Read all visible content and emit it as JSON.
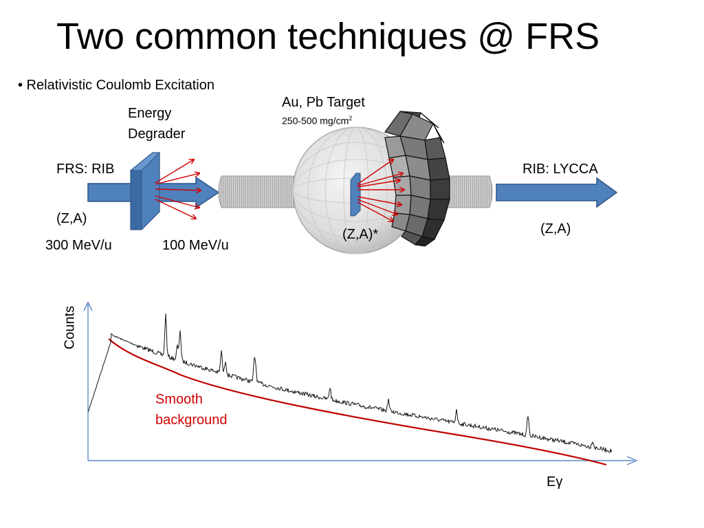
{
  "slide": {
    "title": "Two common techniques @ FRS",
    "bullet": "• Relativistic Coulomb Excitation"
  },
  "labels": {
    "energy_degrader_line1": "Energy",
    "energy_degrader_line2": "Degrader",
    "target_name": "Au, Pb Target",
    "target_thickness": "250-500 mg/cm",
    "target_thickness_sup": "2",
    "frs_rib": "FRS: RIB",
    "rib_lycca": "RIB: LYCCA",
    "za_in": "(Z,A)",
    "za_excited": "(Z,A)*",
    "za_out": "(Z,A)",
    "energy_in": "300 MeV/u",
    "energy_out": "100 MeV/u"
  },
  "spectrum": {
    "ylabel": "Counts",
    "xlabel": "Eγ",
    "annotation_line1": "Smooth",
    "annotation_line2": "background"
  },
  "colors": {
    "arrow_blue": "#4a7ebb",
    "arrow_dark": "#2c5585",
    "red": "#d00000",
    "axis": "#5b8ac6"
  },
  "icons": {
    "target_sphere": "gamma-detector-sphere",
    "detector_array": "detector-crystal-array",
    "degrader": "degrader-plate"
  }
}
